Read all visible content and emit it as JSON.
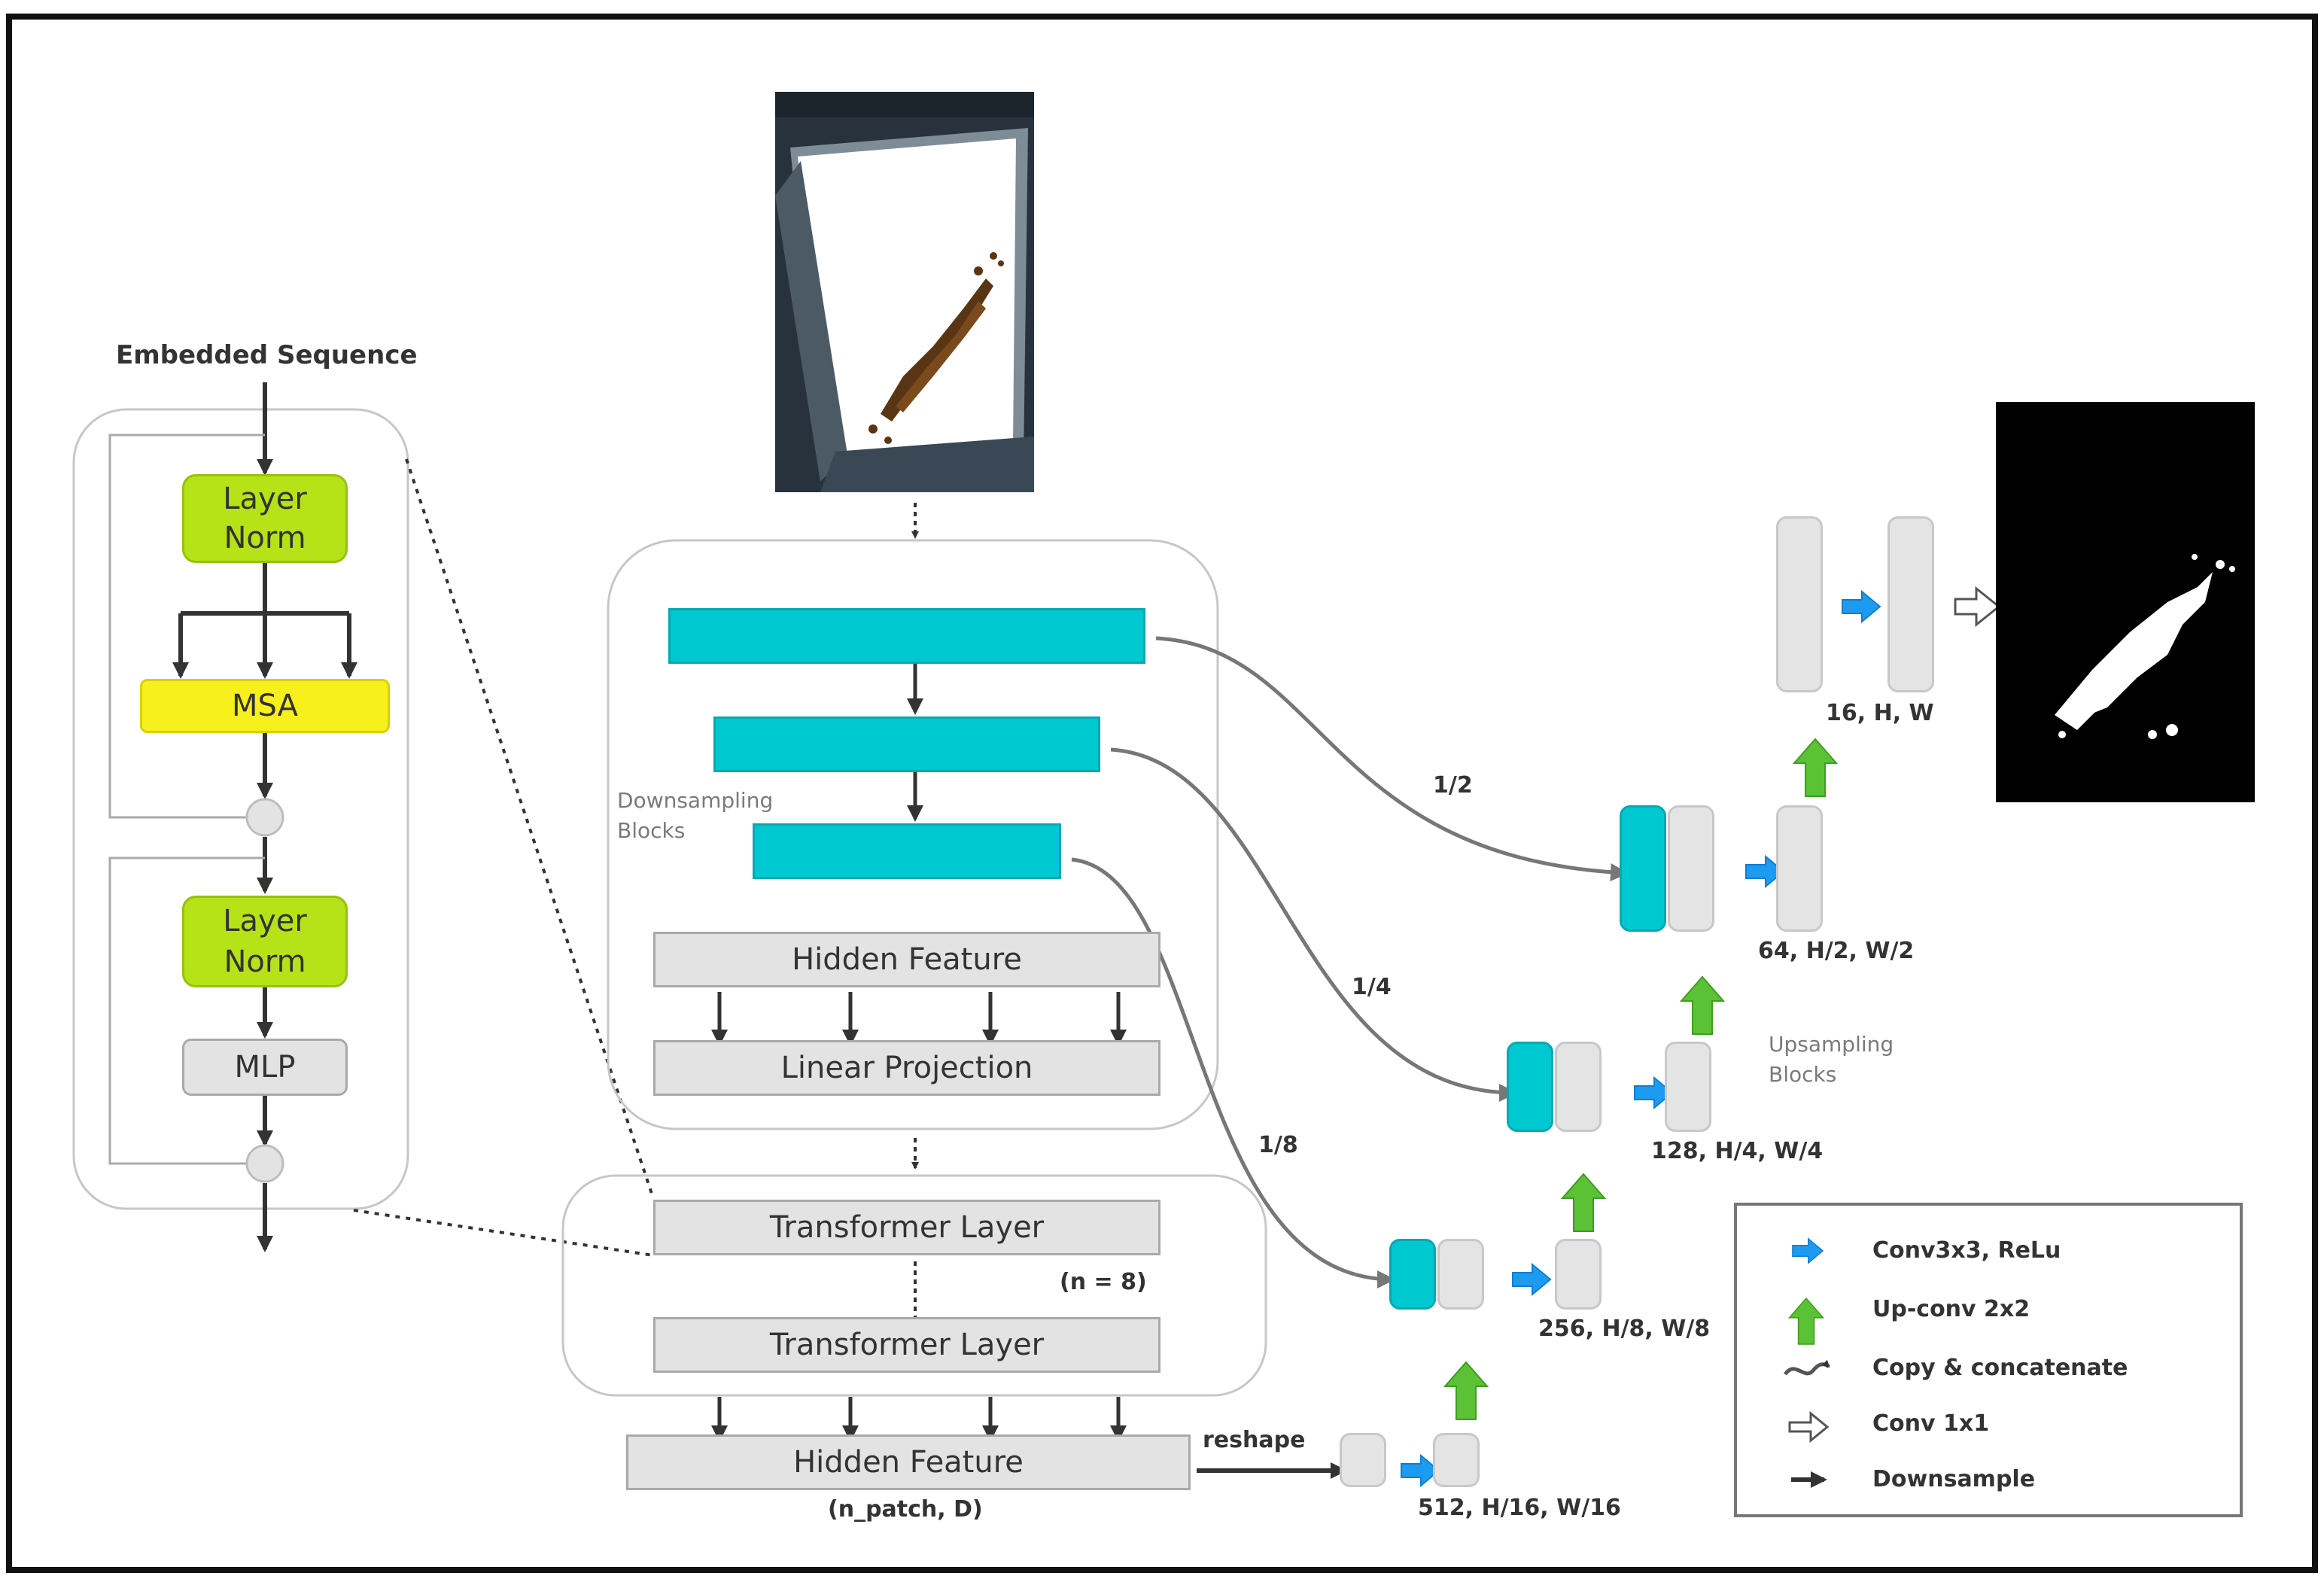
{
  "encoder": {
    "title": "Embedded Sequence",
    "layer_norm_1": "Layer Norm",
    "msa": "MSA",
    "layer_norm_2": "Layer Norm",
    "mlp": "MLP"
  },
  "cnn": {
    "downsampling_label": "Downsampling Blocks",
    "hidden_feature_top": "Hidden Feature",
    "linear_projection": "Linear Projection"
  },
  "transformer": {
    "layer_top": "Transformer Layer",
    "layer_bottom": "Transformer Layer",
    "n_label": "(n = 8)"
  },
  "bottom": {
    "hidden_feature": "Hidden Feature",
    "shape_label": "(n_patch, D)",
    "reshape": "reshape"
  },
  "decoder": {
    "upsampling_label": "Upsampling Blocks",
    "skip_half": "1/2",
    "skip_quarter": "1/4",
    "skip_eighth": "1/8",
    "dim_512": "512, H/16, W/16",
    "dim_256": "256, H/8, W/8",
    "dim_128": "128, H/4, W/4",
    "dim_64": "64, H/2, W/2",
    "dim_16": "16, H, W"
  },
  "legend": {
    "conv3x3": "Conv3x3, ReLu",
    "upconv": "Up-conv 2x2",
    "copy": "Copy & concatenate",
    "conv1x1": "Conv 1x1",
    "downsample": "Downsample"
  },
  "colors": {
    "teal": "#00c8d0",
    "lime": "#b6e318",
    "yellow": "#f7f01d",
    "blue_arrow": "#1d9bf0",
    "green_arrow": "#5bc236",
    "grey_block": "#e3e3e3"
  }
}
